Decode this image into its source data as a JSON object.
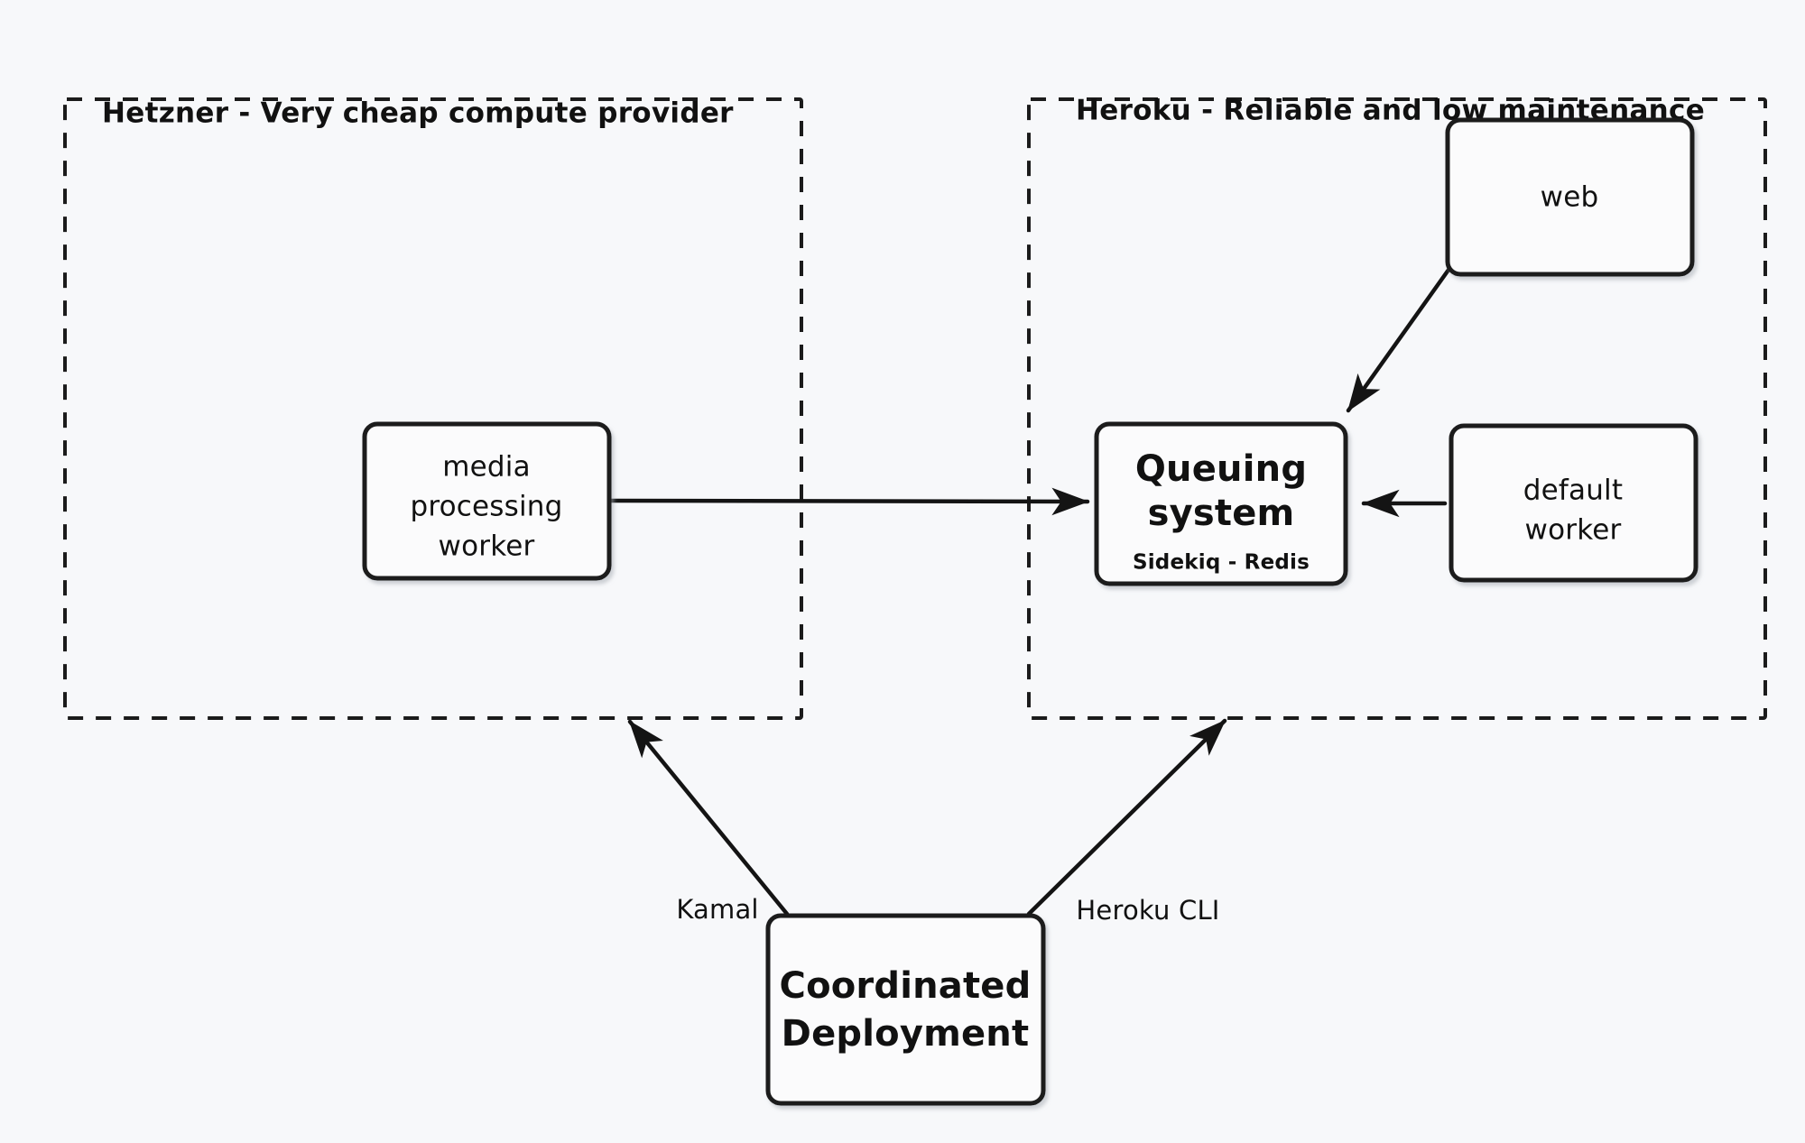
{
  "diagram": {
    "background_color": "#f7f8fa",
    "stroke_color": "#1b1b1b",
    "node_fill": "#fbfbfc",
    "groups": [
      {
        "id": "hetzner",
        "label": "Hetzner - Very cheap compute provider",
        "style": "dashed"
      },
      {
        "id": "heroku",
        "label": "Heroku - Reliable and low maintenance",
        "style": "dashed"
      }
    ],
    "nodes": [
      {
        "id": "media-processing-worker",
        "label_line1": "media",
        "label_line2": "processing",
        "label_line3": "worker",
        "group": "hetzner"
      },
      {
        "id": "web",
        "label": "web",
        "group": "heroku"
      },
      {
        "id": "queuing-system",
        "label_line1": "Queuing",
        "label_line2": "system",
        "sublabel": "Sidekiq - Redis",
        "group": "heroku"
      },
      {
        "id": "default-worker",
        "label_line1": "default",
        "label_line2": "worker",
        "group": "heroku"
      },
      {
        "id": "coordinated-deployment",
        "label_line1": "Coordinated",
        "label_line2": "Deployment",
        "group": null
      }
    ],
    "edges": [
      {
        "id": "worker-to-queue",
        "from": "media-processing-worker",
        "to": "queuing-system",
        "label": ""
      },
      {
        "id": "web-to-queue",
        "from": "web",
        "to": "queuing-system",
        "label": ""
      },
      {
        "id": "default-worker-to-queue",
        "from": "default-worker",
        "to": "queuing-system",
        "label": ""
      },
      {
        "id": "deployment-to-hetzner",
        "from": "coordinated-deployment",
        "to": "hetzner",
        "label": "Kamal"
      },
      {
        "id": "deployment-to-heroku",
        "from": "coordinated-deployment",
        "to": "heroku",
        "label": "Heroku CLI"
      }
    ]
  }
}
